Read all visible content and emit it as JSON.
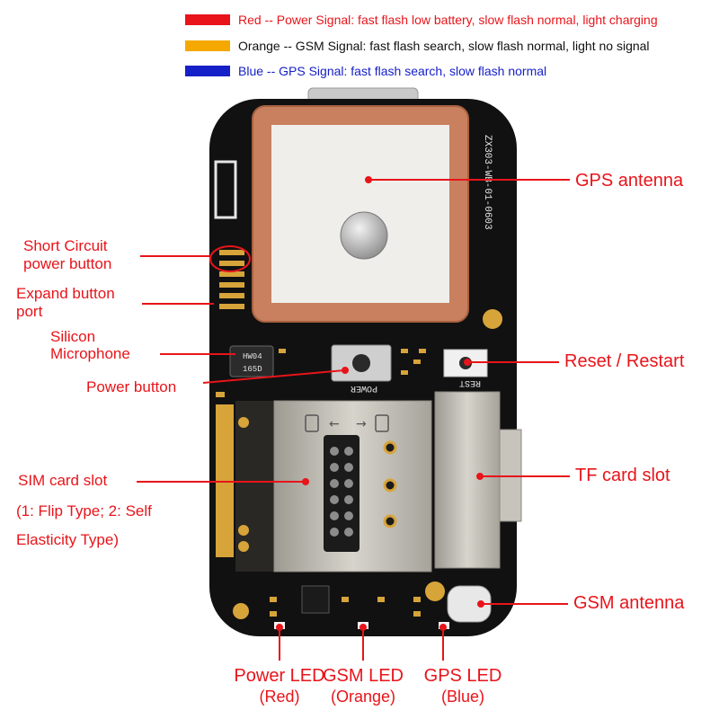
{
  "colors": {
    "callout_red": "#e8141a",
    "red": "#e8141a",
    "orange": "#f5a800",
    "blue": "#1620c8",
    "pcb_black": "#111111",
    "antenna_ceramic": "#c9805e",
    "sim_metal": "#b8b4aa"
  },
  "legend": [
    {
      "color_key": "red",
      "text": "Red -- Power Signal: fast flash low battery, slow flash normal, light charging",
      "text_color": "#e8141a"
    },
    {
      "color_key": "orange",
      "text": "Orange -- GSM Signal: fast flash search, slow flash normal, light no signal",
      "text_color": "#111111"
    },
    {
      "color_key": "blue",
      "text": "Blue -- GPS Signal: fast flash search, slow flash normal",
      "text_color": "#1620c8"
    }
  ],
  "labels": {
    "gps_antenna": "GPS antenna",
    "short_circuit_1": "Short Circuit",
    "short_circuit_2": "power button",
    "expand_1": "Expand button",
    "expand_2": "port",
    "silicon_1": "Silicon",
    "silicon_2": "Microphone",
    "power_button": "Power button",
    "reset": "Reset / Restart",
    "sim_1": "SIM card slot",
    "sim_2": "(1: Flip Type; 2: Self",
    "sim_3": "Elasticity Type)",
    "tf_slot": "TF card slot",
    "gsm_antenna": "GSM antenna",
    "power_led_1": "Power LED",
    "power_led_2": "(Red)",
    "gsm_led_1": "GSM LED",
    "gsm_led_2": "(Orange)",
    "gps_led_1": "GPS LED",
    "gps_led_2": "(Blue)"
  },
  "board": {
    "model_marking": "ZX303-WB-01-0603",
    "mic_marking_1": "HW04",
    "mic_marking_2": "165D",
    "power_silk": "POWER",
    "reset_silk": "REST"
  },
  "icons": [
    "sim-card-icon",
    "arrow-left-icon",
    "arrow-right-icon"
  ]
}
